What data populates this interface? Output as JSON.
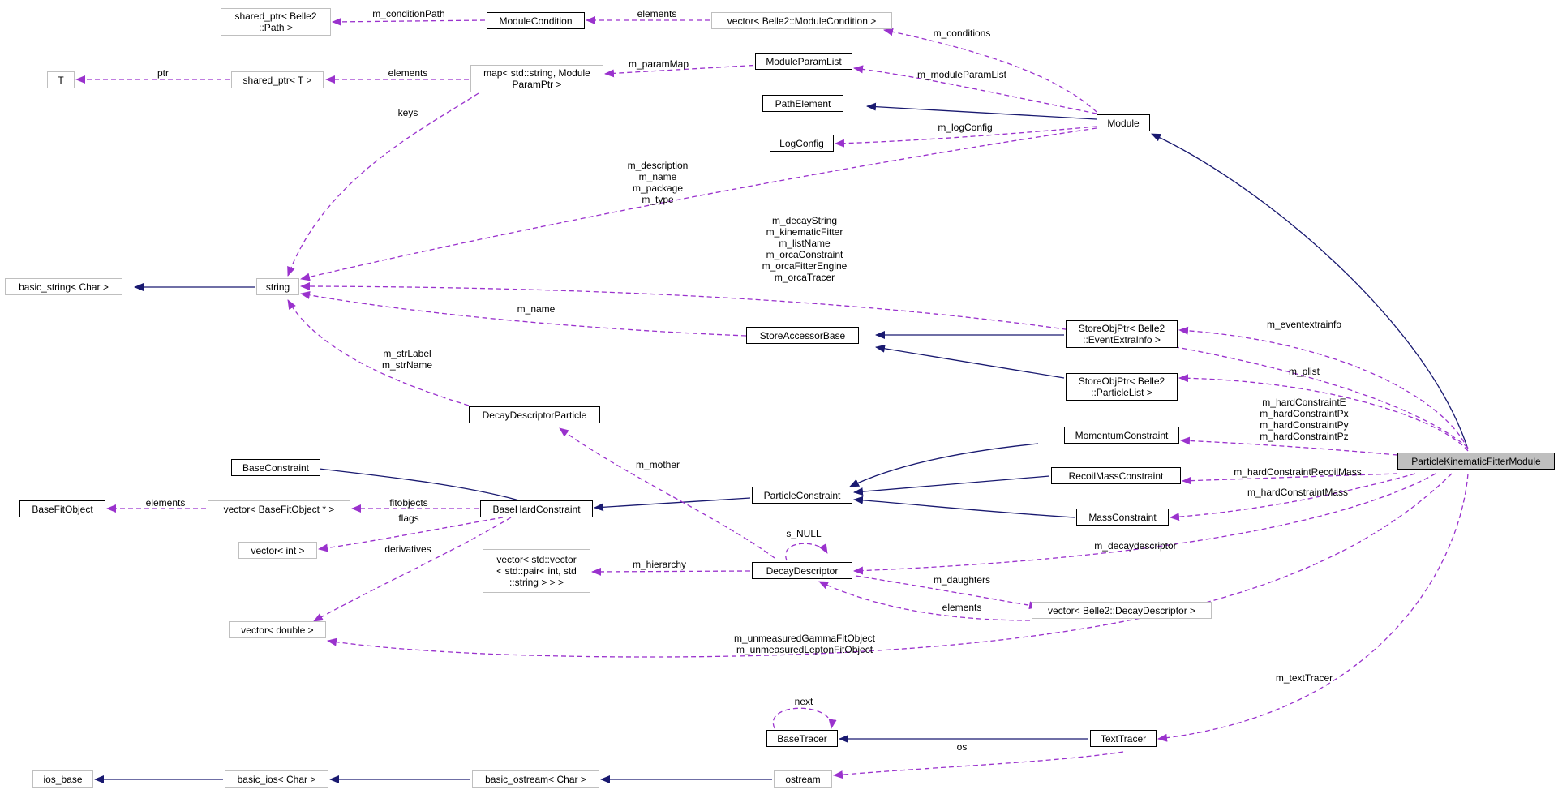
{
  "diagram": {
    "nodes": {
      "shared_ptr_path": "shared_ptr< Belle2\n::Path >",
      "module_condition": "ModuleCondition",
      "vector_module_condition": "vector< Belle2::ModuleCondition >",
      "t": "T",
      "shared_ptr_t": "shared_ptr< T >",
      "map_param": "map< std::string, Module\nParamPtr >",
      "module_param_list": "ModuleParamList",
      "path_element": "PathElement",
      "module": "Module",
      "log_config": "LogConfig",
      "basic_string": "basic_string< Char >",
      "string": "string",
      "store_accessor_base": "StoreAccessorBase",
      "store_obj_event": "StoreObjPtr< Belle2\n::EventExtraInfo >",
      "store_obj_plist": "StoreObjPtr< Belle2\n::ParticleList >",
      "decay_descriptor_particle": "DecayDescriptorParticle",
      "momentum_constraint": "MomentumConstraint",
      "base_constraint": "BaseConstraint",
      "recoil_mass_constraint": "RecoilMassConstraint",
      "particle_kinematic_fitter_module": "ParticleKinematicFitterModule",
      "base_fit_object": "BaseFitObject",
      "vector_base_fit_object": "vector< BaseFitObject * >",
      "base_hard_constraint": "BaseHardConstraint",
      "particle_constraint": "ParticleConstraint",
      "mass_constraint": "MassConstraint",
      "vector_int": "vector< int >",
      "vector_pair": "vector< std::vector\n< std::pair< int, std\n::string > > >",
      "decay_descriptor": "DecayDescriptor",
      "vector_decay_descriptor": "vector< Belle2::DecayDescriptor >",
      "vector_double": "vector< double >",
      "base_tracer": "BaseTracer",
      "text_tracer": "TextTracer",
      "ios_base": "ios_base",
      "basic_ios": "basic_ios< Char >",
      "basic_ostream": "basic_ostream< Char >",
      "ostream": "ostream"
    },
    "edge_labels": {
      "m_conditionPath": "m_conditionPath",
      "elements_conditions": "elements",
      "m_conditions": "m_conditions",
      "ptr": "ptr",
      "elements_map": "elements",
      "m_paramMap": "m_paramMap",
      "m_moduleParamList": "m_moduleParamList",
      "keys": "keys",
      "m_logConfig": "m_logConfig",
      "module_strings": "m_description\nm_name\nm_package\nm_type",
      "fitter_strings": "m_decayString\nm_kinematicFitter\nm_listName\nm_orcaConstraint\nm_orcaFitterEngine\nm_orcaTracer",
      "m_name": "m_name",
      "m_eventextrainfo": "m_eventextrainfo",
      "m_strLabel": "m_strLabel\nm_strName",
      "m_plist": "m_plist",
      "m_hardConstraintP": "m_hardConstraintE\nm_hardConstraintPx\nm_hardConstraintPy\nm_hardConstraintPz",
      "m_mother": "m_mother",
      "m_hardConstraintRecoilMass": "m_hardConstraintRecoilMass",
      "elements_fit": "elements",
      "fitobjects": "fitobjects",
      "m_hardConstraintMass": "m_hardConstraintMass",
      "flags": "flags",
      "s_NULL": "s_NULL",
      "derivatives": "derivatives",
      "m_hierarchy": "m_hierarchy",
      "m_decaydescriptor": "m_decaydescriptor",
      "m_daughters": "m_daughters",
      "elements_decay": "elements",
      "m_unmeasured": "m_unmeasuredGammaFitObject\nm_unmeasuredLeptonFitObject",
      "m_textTracer": "m_textTracer",
      "next": "next",
      "os": "os"
    },
    "colors": {
      "inheritance": "#191970",
      "usage": "#9a32cd",
      "external_border": "#bfbfbf",
      "focus_fill": "#bfbfbf"
    }
  }
}
